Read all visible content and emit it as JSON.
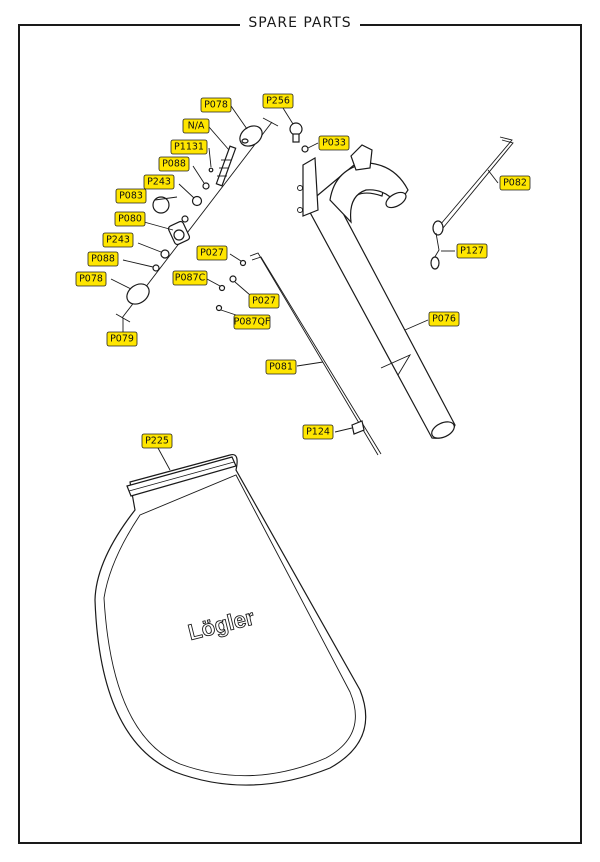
{
  "title": "SPARE PARTS",
  "logo_text": "Lögler",
  "callouts": [
    {
      "id": "p078-top",
      "label": "P078"
    },
    {
      "id": "p256",
      "label": "P256"
    },
    {
      "id": "na",
      "label": "N/A"
    },
    {
      "id": "p033",
      "label": "P033"
    },
    {
      "id": "p1131",
      "label": "P1131"
    },
    {
      "id": "p088-top",
      "label": "P088"
    },
    {
      "id": "p243-top",
      "label": "P243"
    },
    {
      "id": "p082",
      "label": "P082"
    },
    {
      "id": "p083",
      "label": "P083"
    },
    {
      "id": "p080",
      "label": "P080"
    },
    {
      "id": "p243-bot",
      "label": "P243"
    },
    {
      "id": "p027-a",
      "label": "P027"
    },
    {
      "id": "p127",
      "label": "P127"
    },
    {
      "id": "p088-bot",
      "label": "P088"
    },
    {
      "id": "p087c",
      "label": "P087C"
    },
    {
      "id": "p078-bot",
      "label": "P078"
    },
    {
      "id": "p027-b",
      "label": "P027"
    },
    {
      "id": "p087qf",
      "label": "P087QF"
    },
    {
      "id": "p076",
      "label": "P076"
    },
    {
      "id": "p079",
      "label": "P079"
    },
    {
      "id": "p081",
      "label": "P081"
    },
    {
      "id": "p124",
      "label": "P124"
    },
    {
      "id": "p225",
      "label": "P225"
    }
  ],
  "colors": {
    "callout_fill": "#ffe600",
    "line": "#1a1a1a"
  }
}
